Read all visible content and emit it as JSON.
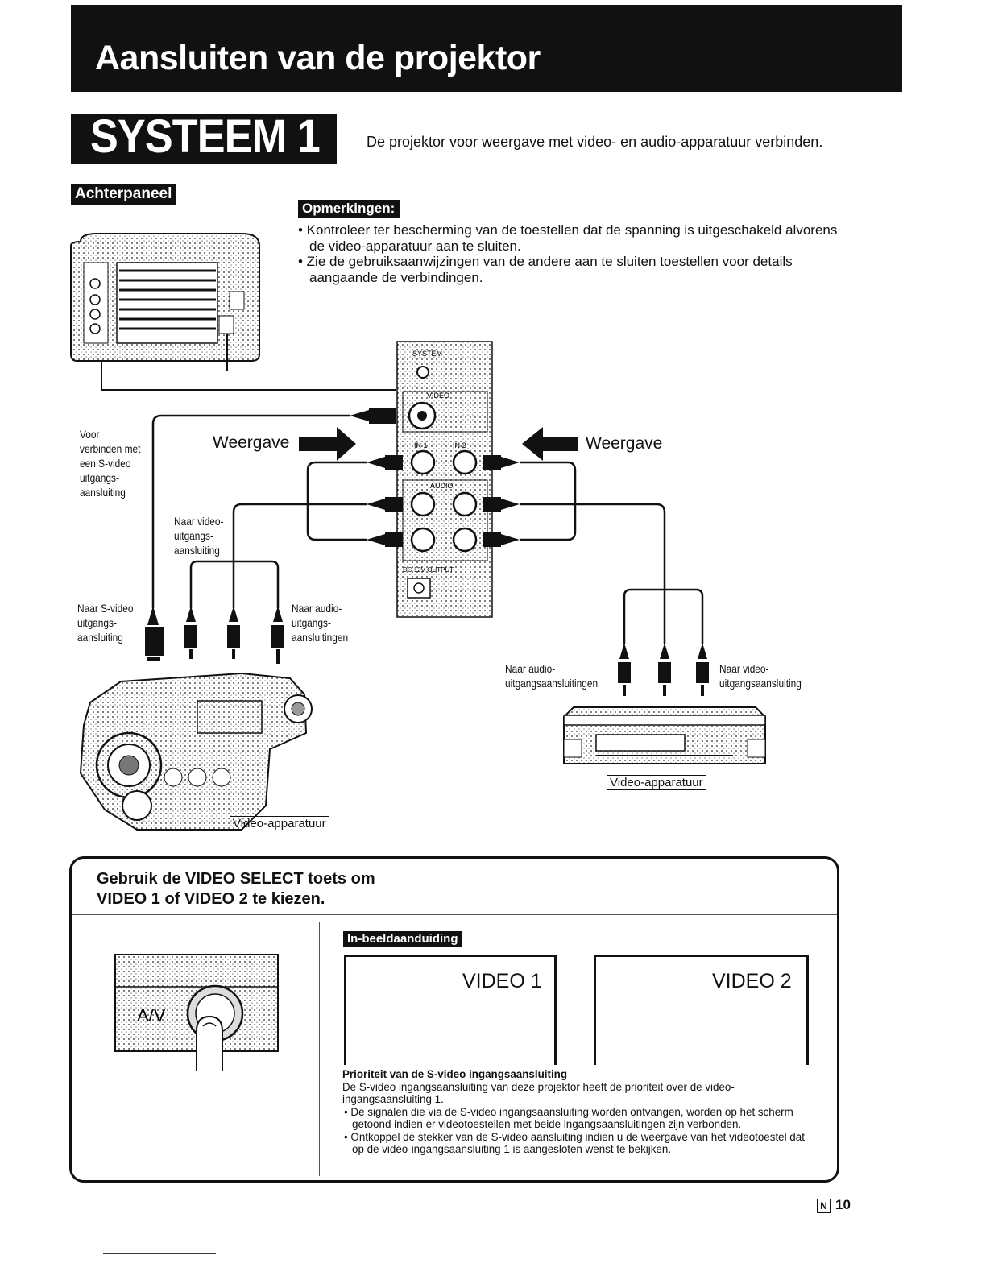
{
  "header": {
    "title": "Aansluiten van de projektor"
  },
  "section": {
    "title": "SYSTEEM 1",
    "intro": "De projektor voor weergave met video- en audio-apparatuur verbinden."
  },
  "rear_panel_tag": "Achterpaneel",
  "notes": {
    "tag": "Opmerkingen:",
    "items": [
      "• Kontroleer ter bescherming van de toestellen dat de spanning is uitgeschakeld alvorens de video-apparatuur aan te sluiten.",
      "• Zie de gebruiksaanwijzingen van de andere aan te sluiten toestellen voor details aangaande de verbindingen."
    ]
  },
  "diagram": {
    "svideo_note": [
      "Voor",
      "verbinden met",
      "een S-video",
      "uitgangs-",
      "aansluiting"
    ],
    "weergave_left": "Weergave",
    "weergave_right": "Weergave",
    "video_out_left": [
      "Naar video-",
      "uitgangs-",
      "aansluiting"
    ],
    "svideo_out": [
      "Naar S-video",
      "uitgangs-",
      "aansluiting"
    ],
    "audio_out_left": [
      "Naar audio-",
      "uitgangs-",
      "aansluitingen"
    ],
    "audio_out_right": [
      "Naar audio-",
      "uitgangsaansluitingen"
    ],
    "video_out_right": [
      "Naar video-",
      "uitgangsaansluiting"
    ],
    "equipment_right": "Video-apparatuur",
    "equipment_left": "Video-apparatuur",
    "panel": {
      "system": "SYSTEM",
      "video": "VIDEO",
      "in1": "IN 1",
      "in2": "IN 2",
      "audio": "AUDIO",
      "dc_output": "DC 12V OUTPUT",
      "av_label": "A/V"
    }
  },
  "video_select": {
    "heading_line1": "Gebruik de VIDEO SELECT toets om",
    "heading_line2": "VIDEO 1 of VIDEO 2 te kiezen.",
    "osd_tag": "In-beeldaanduiding",
    "screen1": "VIDEO 1",
    "screen2": "VIDEO 2",
    "priority_title": "Prioriteit van de S-video ingangsaansluiting",
    "priority_text": "De S-video ingangsaansluiting van deze projektor heeft de prioriteit over de video-ingangsaansluiting 1.",
    "priority_bullets": [
      "• De signalen die via de S-video ingangsaansluiting worden ontvangen, worden op het scherm getoond indien er videotoestellen met beide ingangsaansluitingen zijn verbonden.",
      "• Ontkoppel de stekker van de S-video aansluiting indien u de weergave van het videotoestel dat op de video-ingangsaansluiting 1 is aangesloten wenst te bekijken."
    ]
  },
  "footer": {
    "lang_code": "N",
    "page": "10"
  }
}
